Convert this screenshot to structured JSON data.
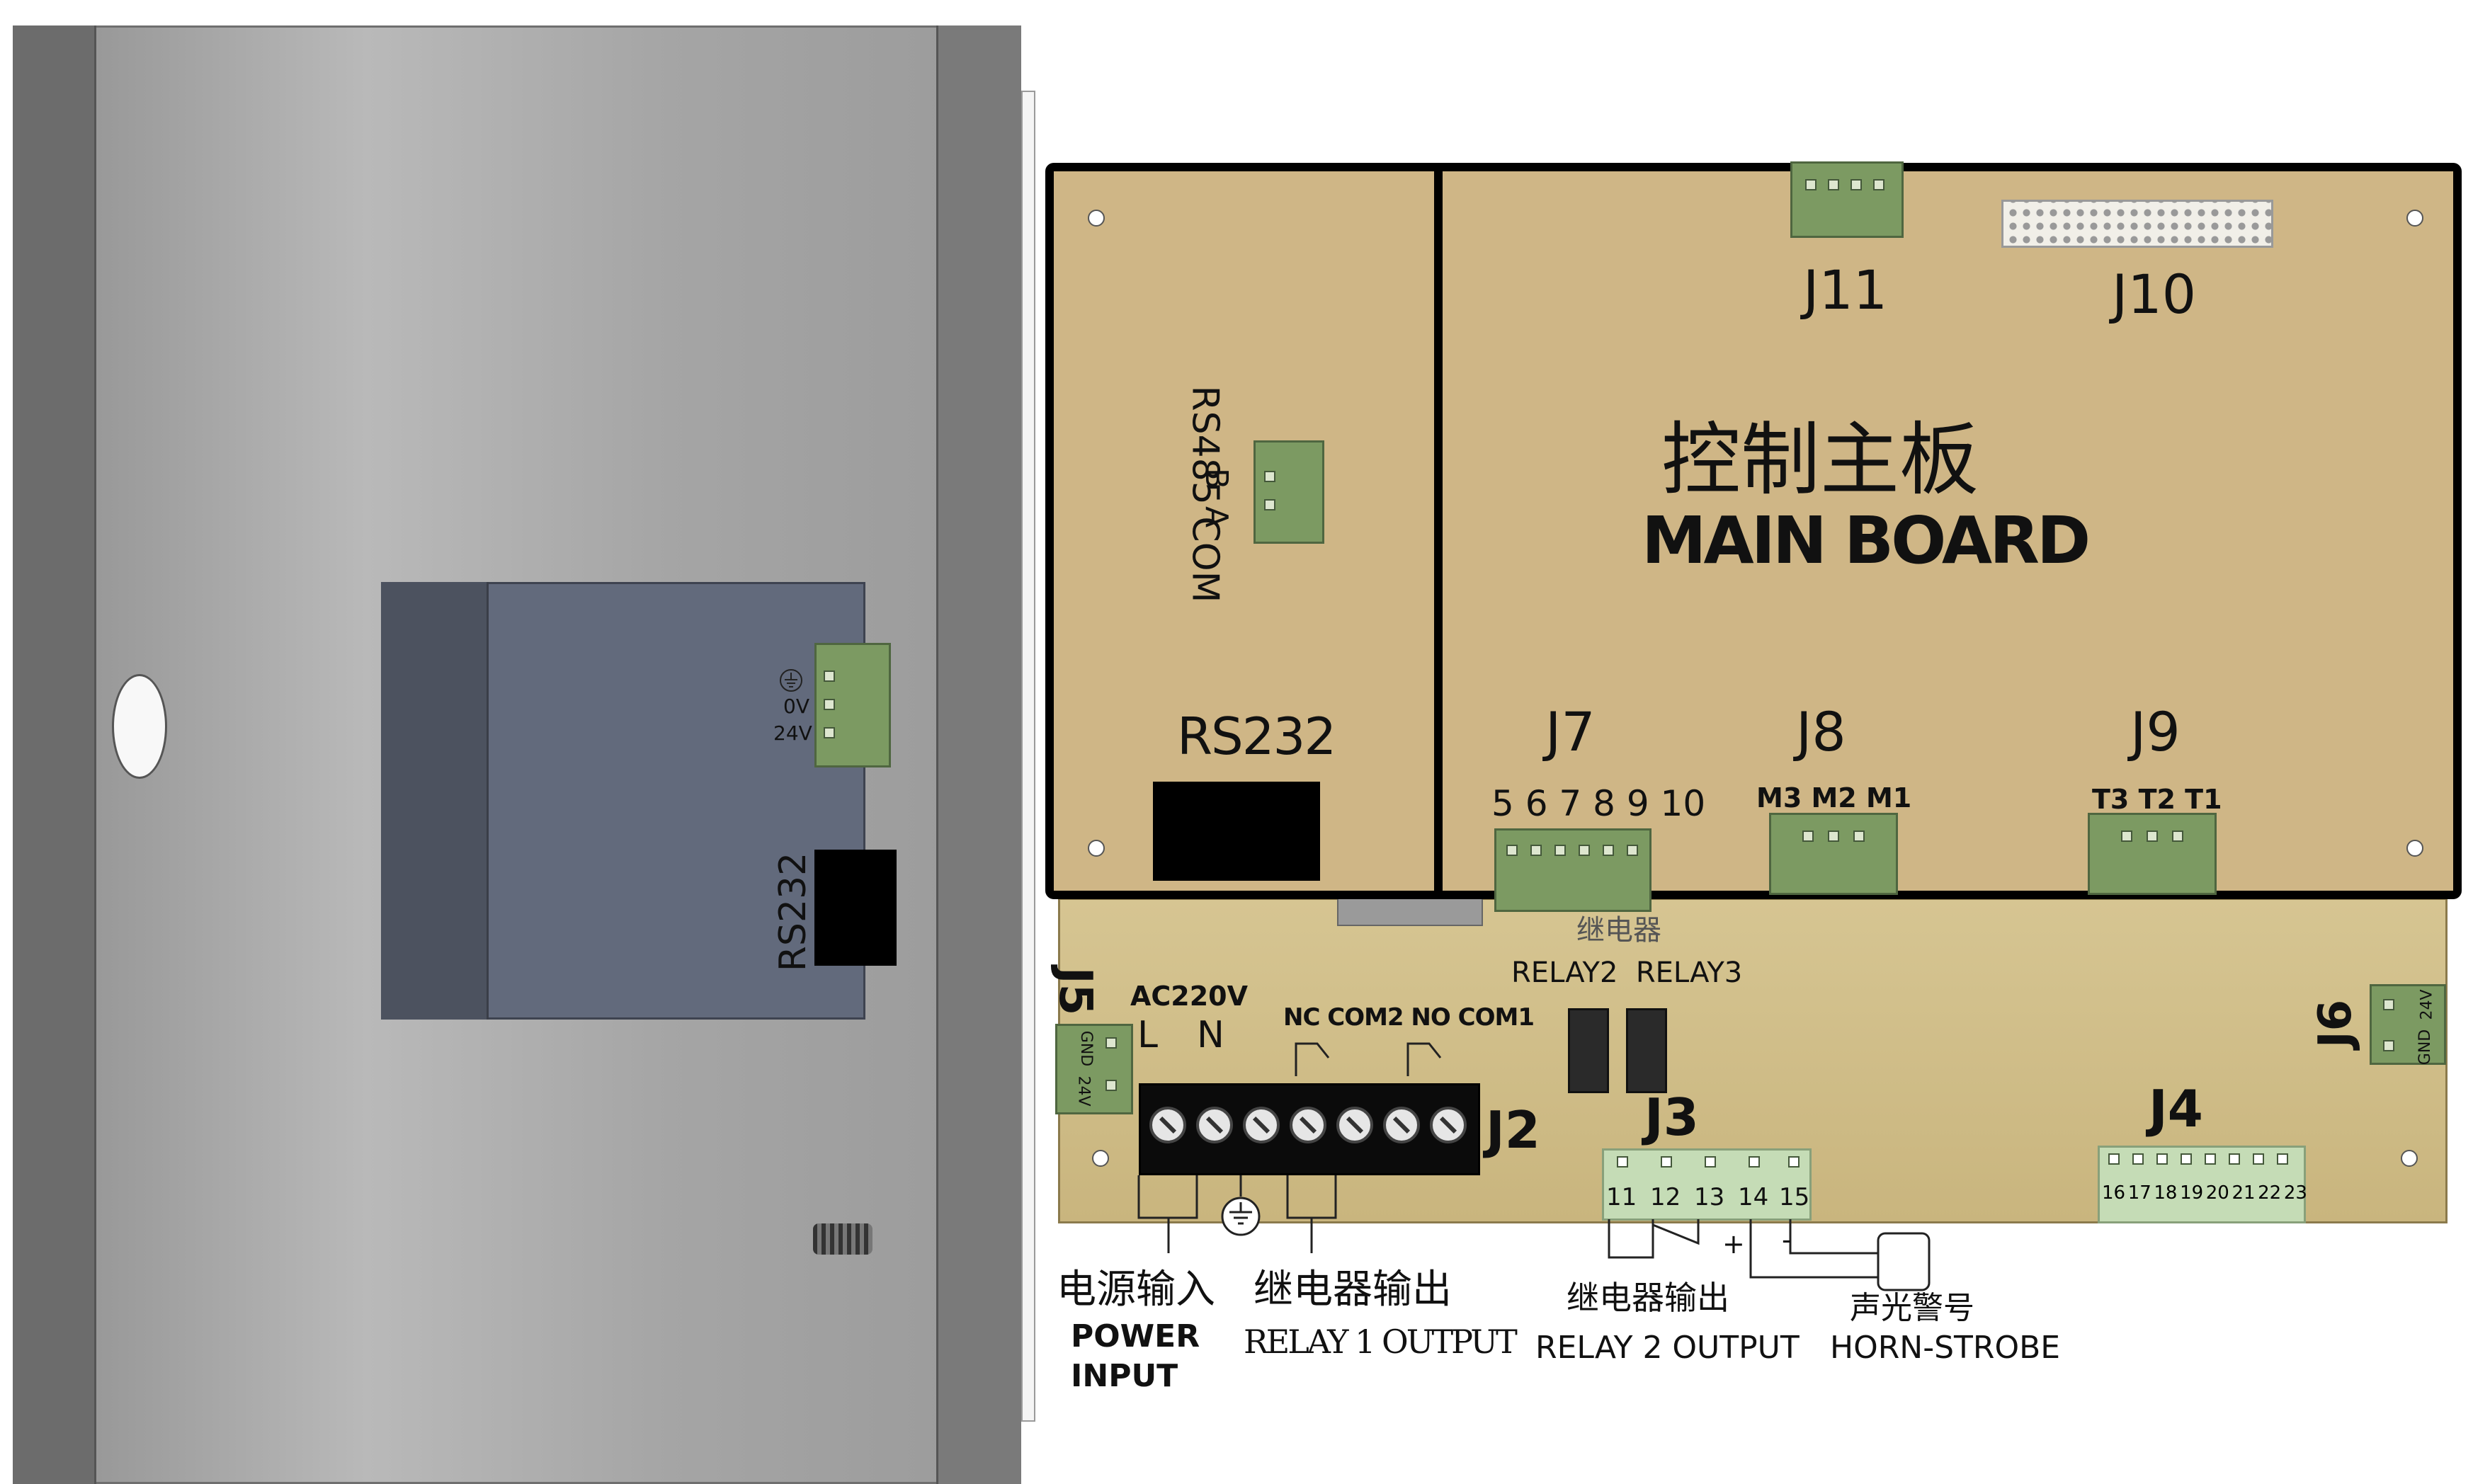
{
  "enclosure": {
    "psu_labels": {
      "zero_v": "0V",
      "v24": "24V",
      "rs232": "RS232"
    }
  },
  "board": {
    "title_cn": "控制主板",
    "title_en": "MAIN BOARD",
    "rs485": "RS485 COM",
    "rs485_b": "B",
    "rs485_a": "A",
    "rs232": "RS232",
    "j11": "J11",
    "j10": "J10",
    "j7": "J7",
    "j7_pins": "5 6 7 8 9 10",
    "j8": "J8",
    "j8_pins": "M3 M2 M1",
    "j9": "J9",
    "j9_pins": "T3 T2 T1"
  },
  "lower_board": {
    "relay_cn": "继电器",
    "relay_en": "RELAY2  RELAY3",
    "j5": "J5",
    "j5_gnd": "GND",
    "j5_24v": "24V",
    "ac220v": "AC220V",
    "l": "L",
    "n": "N",
    "relay_terminals": "NC COM2 NO COM1",
    "j2": "J2",
    "j3": "J3",
    "j3_pins": [
      "11",
      "12",
      "13",
      "14",
      "15"
    ],
    "plus": "+",
    "minus": "-",
    "j4": "J4",
    "j4_pins": [
      "16",
      "17",
      "18",
      "19",
      "20",
      "21",
      "22",
      "23"
    ],
    "j6": "J6",
    "j6_gnd": "GND",
    "j6_24v": "24V"
  },
  "captions": {
    "power_cn": "电源输入",
    "power_en_1": "POWER",
    "power_en_2": "INPUT",
    "relay1_cn": "继电器输出",
    "relay1_en": "RELAY 1 OUTPUT",
    "relay2_cn": "继电器输出",
    "relay2_en": "RELAY 2 OUTPUT",
    "horn_cn": "声光警号",
    "horn_en": "HORN-STROBE"
  },
  "colors": {
    "pcb": "#cfb686",
    "pcb_lower": "#d3c08c",
    "connector_green": "#7c9a62",
    "psu": "#626a7c",
    "enclosure": "#a8a8a8"
  }
}
